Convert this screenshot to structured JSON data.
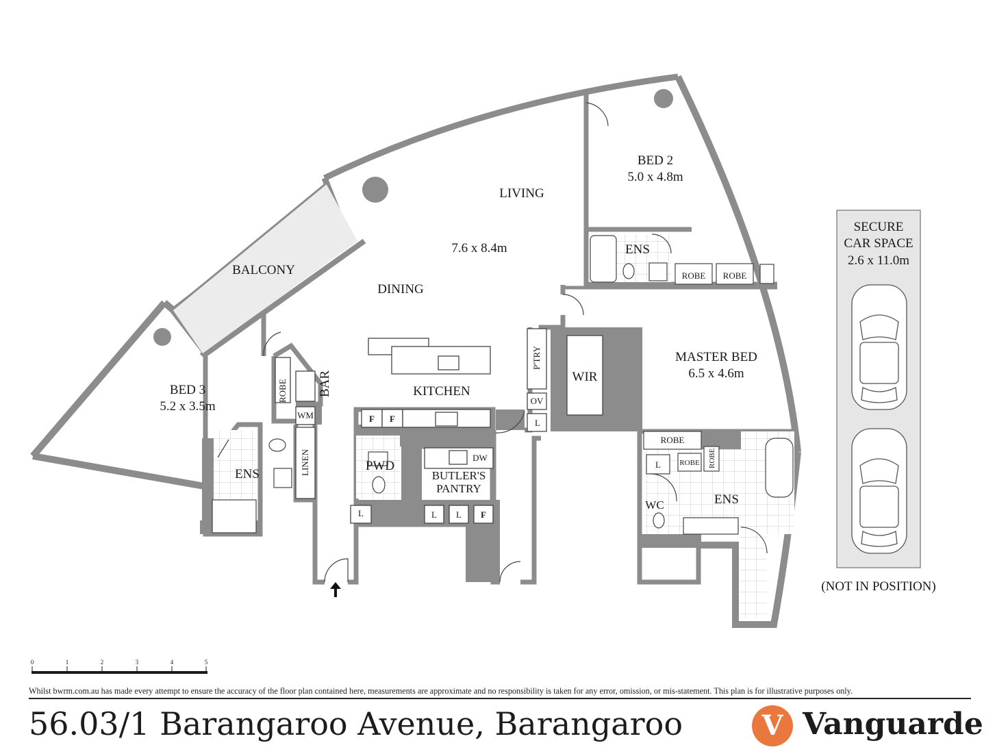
{
  "rooms": {
    "living": "LIVING",
    "living_dims": "7.6 x 8.4m",
    "dining": "DINING",
    "balcony": "BALCONY",
    "kitchen": "KITCHEN",
    "bed2": "BED 2",
    "bed2_dims": "5.0 x 4.8m",
    "bed3": "BED 3",
    "bed3_dims": "5.2 x 3.5m",
    "master": "MASTER BED",
    "master_dims": "6.5 x 4.6m",
    "ens_bed2": "ENS",
    "ens_bed3": "ENS",
    "ens_master": "ENS",
    "wir": "WIR",
    "pwd": "PWD",
    "butlers": "BUTLER'S",
    "pantry": "PANTRY",
    "pantry_short": "P'TRY",
    "bar": "BAR",
    "linen": "LINEN",
    "wc": "WC",
    "robe": "ROBE",
    "wm": "WM",
    "ov": "OV",
    "dw": "DW",
    "l": "L",
    "f": "F"
  },
  "car_space": {
    "line1": "SECURE",
    "line2": "CAR SPACE",
    "dims": "2.6 x 11.0m",
    "note": "(NOT IN POSITION)"
  },
  "scale_ticks": [
    "0",
    "1",
    "2",
    "3",
    "4",
    "5"
  ],
  "disclaimer": "Whilst bwrm.com.au has made every attempt to ensure the accuracy of the floor plan contained here, measurements are approximate and no responsibility is taken for any error, omission, or mis-statement. This plan is for illustrative purposes only.",
  "address": "56.03/1 Barangaroo Avenue, Barangaroo",
  "brand": {
    "mark": "V",
    "name": "Vanguarde",
    "color": "#e9773e"
  },
  "colors": {
    "wall": "#8c8c8c",
    "fill": "#e8e8e8",
    "tile": "#c8c8c8"
  }
}
